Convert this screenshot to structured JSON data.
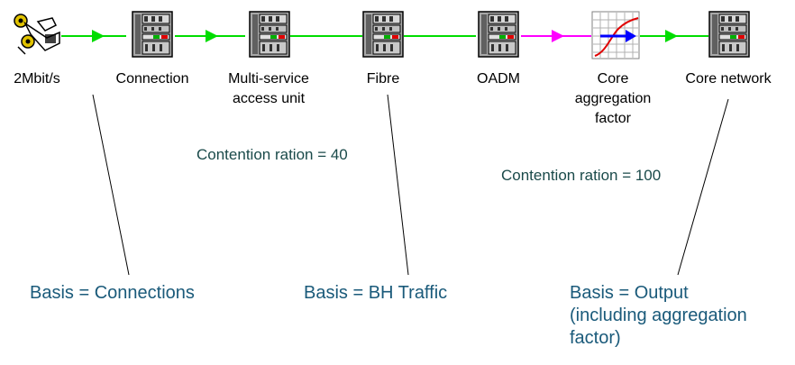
{
  "diagram": {
    "nodes": [
      {
        "id": "source",
        "label": "2Mbit/s",
        "icon": "telephone-handset-icon"
      },
      {
        "id": "connection",
        "label": "Connection",
        "icon": "server-rack-icon"
      },
      {
        "id": "msau",
        "label": "Multi-service\naccess unit",
        "icon": "server-rack-icon"
      },
      {
        "id": "fibre",
        "label": "Fibre",
        "icon": "server-rack-icon"
      },
      {
        "id": "oadm",
        "label": "OADM",
        "icon": "server-rack-icon"
      },
      {
        "id": "caf",
        "label": "Core\naggregation\nfactor",
        "icon": "aggregation-chart-icon"
      },
      {
        "id": "core",
        "label": "Core network",
        "icon": "server-rack-icon"
      }
    ],
    "links": [
      {
        "from": "source",
        "to": "connection",
        "color": "#00dd00",
        "arrow": true
      },
      {
        "from": "connection",
        "to": "msau",
        "color": "#00dd00",
        "arrow": true
      },
      {
        "from": "msau",
        "to": "fibre",
        "color": "#00dd00",
        "arrow": false
      },
      {
        "from": "fibre",
        "to": "oadm",
        "color": "#00dd00",
        "arrow": false
      },
      {
        "from": "oadm",
        "to": "caf",
        "color": "#ff00ff",
        "arrow": true
      },
      {
        "from": "caf",
        "to": "core",
        "color": "#00dd00",
        "arrow": true
      }
    ],
    "contention": {
      "msau": "Contention ration = 40",
      "oadm": "Contention ration = 100"
    },
    "basis": {
      "connections": "Basis = Connections",
      "bh_traffic": "Basis = BH Traffic",
      "output": "Basis = Output\n(including aggregation\nfactor)"
    },
    "colors": {
      "green_link": "#00dd00",
      "magenta_link": "#ff00ff",
      "contention_text": "#1a4a4a",
      "basis_text": "#1a5a7a",
      "rack_body": "#a8a8a8"
    }
  }
}
